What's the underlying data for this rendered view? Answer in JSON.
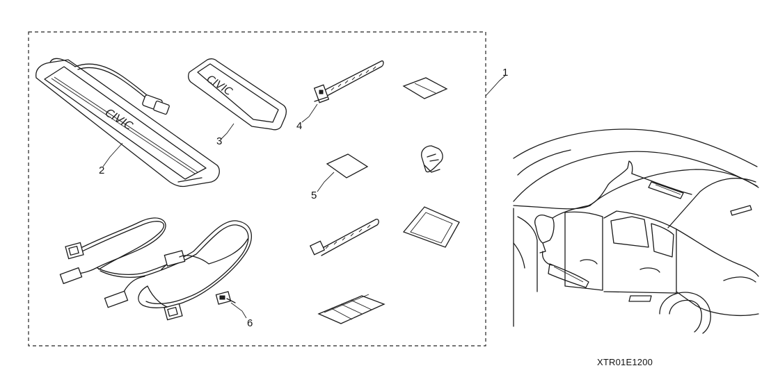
{
  "callouts": {
    "c1": "1",
    "c2": "2",
    "c3": "3",
    "c4": "4",
    "c5": "5",
    "c6": "6"
  },
  "sill_lettering": "CIVIC",
  "diagram_code": "XTR01E1200"
}
